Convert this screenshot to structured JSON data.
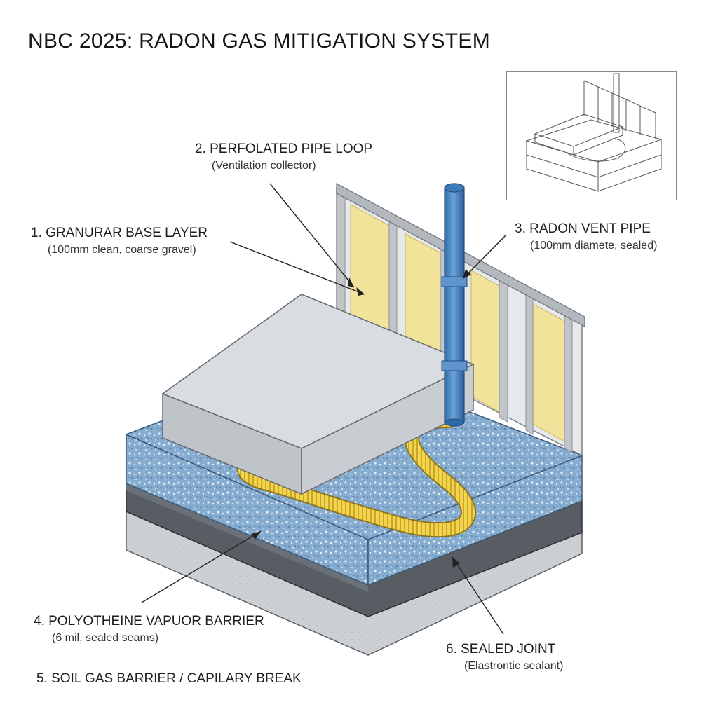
{
  "title": "NBC 2025: RADON GAS MITIGATION SYSTEM",
  "labels": {
    "l1": {
      "heading": "1. GRANURAR BASE LAYER",
      "sub": "(100mm clean, coarse gravel)"
    },
    "l2": {
      "heading": "2. PERFOLATED PIPE LOOP",
      "sub": "(Ventilation collector)"
    },
    "l3": {
      "heading": "3. RADON VENT PIPE",
      "sub": "(100mm diamete, sealed)"
    },
    "l4": {
      "heading": "4. POLYOTHEINE VAPUOR BARRIER",
      "sub": "(6 mil, sealed seams)"
    },
    "l5": {
      "heading": "5. SOIL GAS BARRIER / CAPILARY BREAK"
    },
    "l6": {
      "heading": "6. SEALED JOINT",
      "sub": "(Elastrontic sealant)"
    }
  },
  "colors": {
    "gravel": "#7fa6c9",
    "gravel_top": "#8db3d6",
    "barrier": "#555a60",
    "soil": "#c9ccce",
    "slab": "#d7dbdf",
    "insulation": "#f1e39a",
    "steel": "#b7bcc2",
    "vent_pipe": "#4b86c4",
    "perforated_pipe": "#f0d34a"
  }
}
